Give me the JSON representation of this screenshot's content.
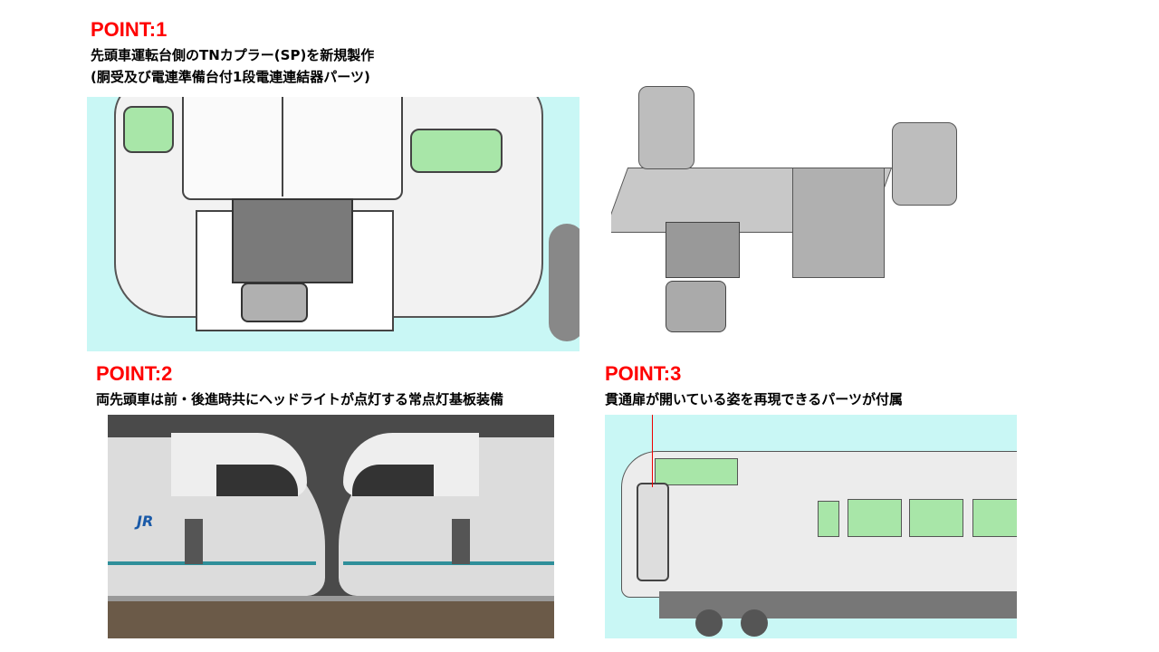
{
  "points": [
    {
      "label": "POINT:1",
      "lines": [
        "先頭車運転台側のTNカプラー(SP)を新規製作",
        "(胴受及び電連準備台付1段電連連結器パーツ)"
      ]
    },
    {
      "label": "POINT:2",
      "lines": [
        "両先頭車は前・後進時共にヘッドライトが点灯する常点灯基板装備"
      ]
    },
    {
      "label": "POINT:3",
      "lines": [
        "貫通扉が開いている姿を再現できるパーツが付属"
      ]
    }
  ],
  "colors": {
    "point_label": "#ff0000",
    "render_bg": "#c9f7f5",
    "window_green": "#a8e6a8"
  },
  "logo_text": "JR"
}
